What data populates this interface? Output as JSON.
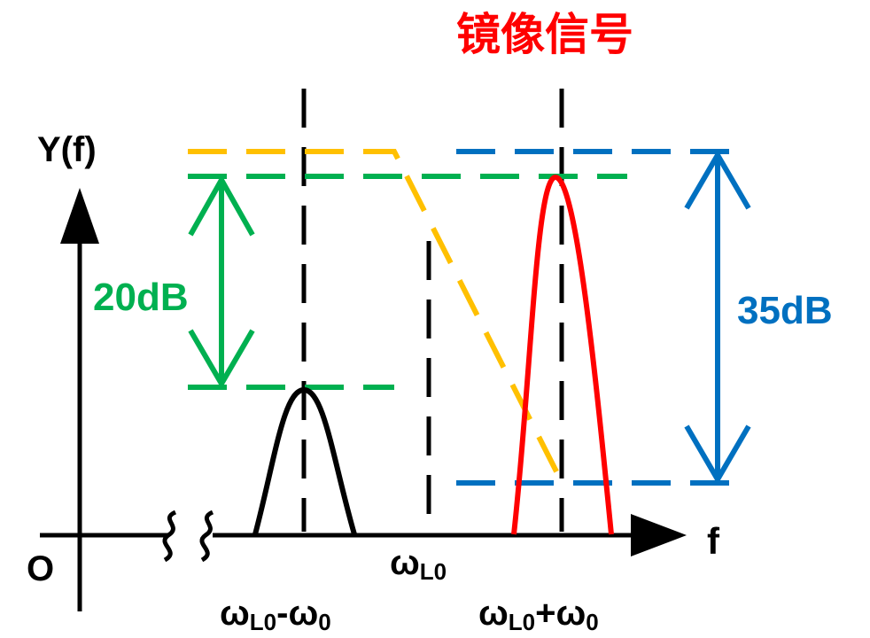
{
  "title": "镜像信号",
  "axes": {
    "y_label": "Y(f)",
    "x_label": "f",
    "origin": "O"
  },
  "annotations": {
    "green_gap": "20dB",
    "blue_gap": "35dB"
  },
  "x_marks": {
    "lo_minus": {
      "main": "ω",
      "sub": "L0",
      "op": "-",
      "main2": "ω",
      "sub2": "0"
    },
    "lo": {
      "main": "ω",
      "sub": "L0"
    },
    "lo_plus": {
      "main": "ω",
      "sub": "L0",
      "op": "+",
      "main2": "ω",
      "sub2": "0"
    }
  },
  "colors": {
    "black": "#000000",
    "red": "#ff0000",
    "green": "#00b050",
    "blue": "#0070c0",
    "yellow": "#ffc000"
  }
}
